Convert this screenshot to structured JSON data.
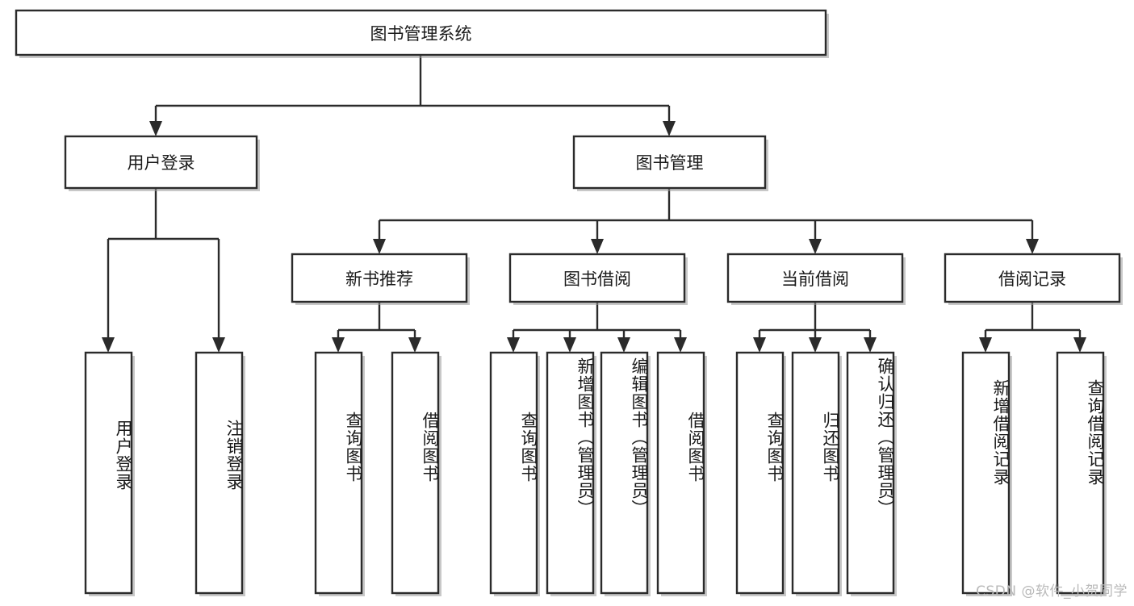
{
  "diagram": {
    "type": "tree",
    "title": "图书管理系统",
    "watermark": "CSDN @软件_小贺同学",
    "colors": {
      "box_stroke": "#2b2b2b",
      "box_fill": "#ffffff",
      "text": "#1a1a1a",
      "shadow": "#9a9a9a",
      "watermark": "#b9b9b9",
      "background": "#ffffff"
    },
    "levels": [
      {
        "level": 1,
        "nodes": [
          {
            "id": "root",
            "label": "图书管理系统",
            "orientation": "horizontal"
          }
        ]
      },
      {
        "level": 2,
        "nodes": [
          {
            "id": "login",
            "label": "用户登录",
            "orientation": "horizontal",
            "parent": "root"
          },
          {
            "id": "bookmgmt",
            "label": "图书管理",
            "orientation": "horizontal",
            "parent": "root"
          }
        ]
      },
      {
        "level": 3,
        "nodes": [
          {
            "id": "newbook",
            "label": "新书推荐",
            "orientation": "horizontal",
            "parent": "bookmgmt"
          },
          {
            "id": "borrow",
            "label": "图书借阅",
            "orientation": "horizontal",
            "parent": "bookmgmt"
          },
          {
            "id": "current",
            "label": "当前借阅",
            "orientation": "horizontal",
            "parent": "bookmgmt"
          },
          {
            "id": "records",
            "label": "借阅记录",
            "orientation": "horizontal",
            "parent": "bookmgmt"
          }
        ]
      },
      {
        "level": 4,
        "nodes": [
          {
            "id": "leaf1",
            "label": "用户登录",
            "orientation": "vertical",
            "parent": "login"
          },
          {
            "id": "leaf2",
            "label": "注销登录",
            "orientation": "vertical",
            "parent": "login"
          },
          {
            "id": "leaf3",
            "label": "查询图书",
            "orientation": "vertical",
            "parent": "newbook"
          },
          {
            "id": "leaf4",
            "label": "借阅图书",
            "orientation": "vertical",
            "parent": "newbook"
          },
          {
            "id": "leaf5",
            "label": "查询图书",
            "orientation": "vertical",
            "parent": "borrow"
          },
          {
            "id": "leaf6",
            "label": "新增图书（管理员）",
            "orientation": "vertical",
            "parent": "borrow"
          },
          {
            "id": "leaf7",
            "label": "编辑图书（管理员）",
            "orientation": "vertical",
            "parent": "borrow"
          },
          {
            "id": "leaf8",
            "label": "借阅图书",
            "orientation": "vertical",
            "parent": "borrow"
          },
          {
            "id": "leaf9",
            "label": "查询图书",
            "orientation": "vertical",
            "parent": "current"
          },
          {
            "id": "leaf10",
            "label": "归还图书",
            "orientation": "vertical",
            "parent": "current"
          },
          {
            "id": "leaf11",
            "label": "确认归还（管理员）",
            "orientation": "vertical",
            "parent": "current"
          },
          {
            "id": "leaf12",
            "label": "新增借阅记录",
            "orientation": "vertical",
            "parent": "records"
          },
          {
            "id": "leaf13",
            "label": "查询借阅记录",
            "orientation": "vertical",
            "parent": "records"
          }
        ]
      }
    ],
    "node_labels": {
      "root": "图书管理系统",
      "login": "用户登录",
      "bookmgmt": "图书管理",
      "newbook": "新书推荐",
      "borrow": "图书借阅",
      "current": "当前借阅",
      "records": "借阅记录",
      "leaf1": "用户登录",
      "leaf2": "注销登录",
      "leaf3": "查询图书",
      "leaf4": "借阅图书",
      "leaf5": "查询图书",
      "leaf6": "新增图书（管理员）",
      "leaf7": "编辑图书（管理员）",
      "leaf8": "借阅图书",
      "leaf9": "查询图书",
      "leaf10": "归还图书",
      "leaf11": "确认归还（管理员）",
      "leaf12": "新增借阅记录",
      "leaf13": "查询借阅记录"
    }
  }
}
